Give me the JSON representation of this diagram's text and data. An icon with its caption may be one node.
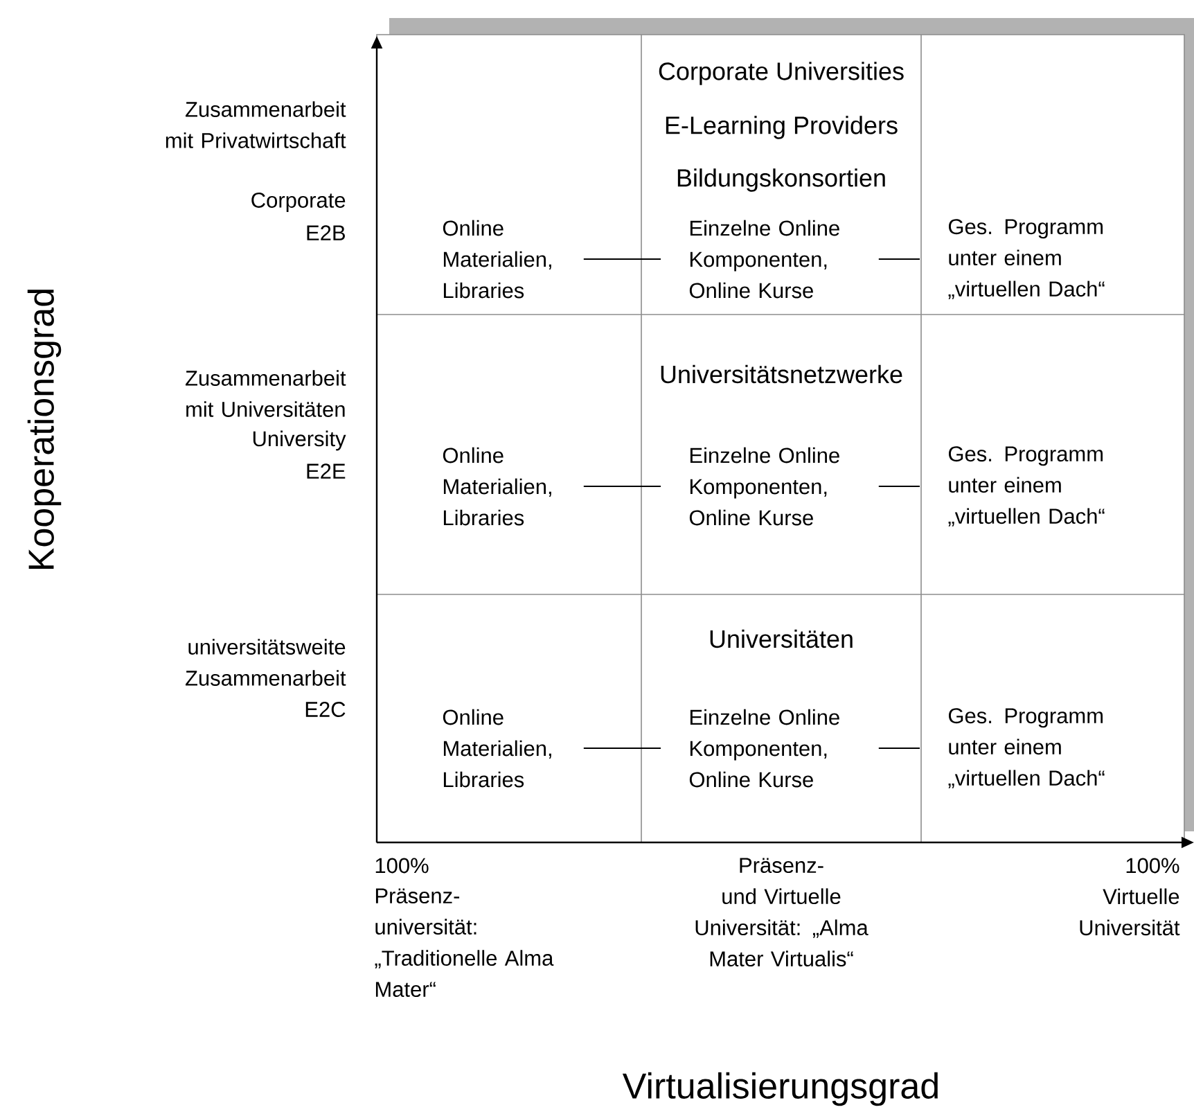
{
  "diagram": {
    "nodes": [
      {
        "text": [
          "Online Materialien, Libraries"
        ]
      },
      {
        "text": [
          "Einzelne Online Komponenten, Online Kurse"
        ]
      },
      {
        "text": [
          "Ges. Programm unter einem „virtuellen Dach“"
        ]
      },
      {
        "text": [
          "Online Materialien, Libraries"
        ]
      },
      {
        "text": [
          "Einzelne Online Komponenten, Online Kurse"
        ]
      },
      {
        "text": [
          "Ges. Programm unter einem „virtuellen Dach“"
        ]
      },
      {
        "text": [
          "Online Materialien, Libraries"
        ]
      },
      {
        "text": [
          "Einzelne Online Komponenten, Online Kurse"
        ]
      },
      {
        "text": [
          "Ges. Programm unter einem „virtuellen Dach“"
        ]
      }
    ],
    "edges": [
      {
        "from": 0,
        "to": 1,
        "arrow": "none"
      },
      {
        "from": 1,
        "to": 2,
        "arrow": "none"
      },
      {
        "from": 3,
        "to": 4,
        "arrow": "none"
      },
      {
        "from": 4,
        "to": 5,
        "arrow": "none"
      },
      {
        "from": 6,
        "to": 7,
        "arrow": "none"
      },
      {
        "from": 7,
        "to": 8,
        "arrow": "none"
      }
    ],
    "labels": [
      "Zusammenarbeit mit Privatwirtschaft",
      "Corporate",
      "E2B",
      "Corporate Universities",
      "E-Learning Providers",
      "Bildungskonsortien",
      "Kooperationsgrad",
      "Zusammenarbeit mit Universitäten",
      "University",
      "E2E",
      "Universitätsnetzwerke",
      "universitätsweite Zusammenarbeit",
      "E2C",
      "Universitäten",
      "100%",
      "Präsenz- universität: „Traditionelle Alma Mater“",
      "Präsenz- und Virtuelle Universität: „Alma Mater Virtualis“",
      "100%",
      "Virtuelle Universität",
      "Virtualisierungsgrad"
    ]
  }
}
